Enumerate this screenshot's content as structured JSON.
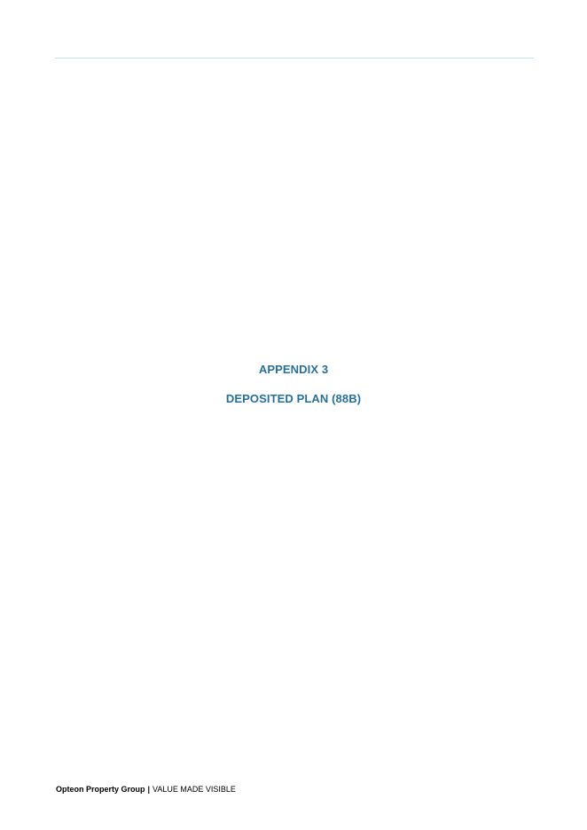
{
  "document": {
    "appendix_label": "APPENDIX 3",
    "appendix_title": "DEPOSITED PLAN (88B)"
  },
  "footer": {
    "company": "Opteon Property Group",
    "separator": "|",
    "tagline": "VALUE MADE VISIBLE"
  },
  "colors": {
    "heading": "#2a6f97",
    "rule": "#c9e2ee",
    "footer_text": "#000000"
  }
}
